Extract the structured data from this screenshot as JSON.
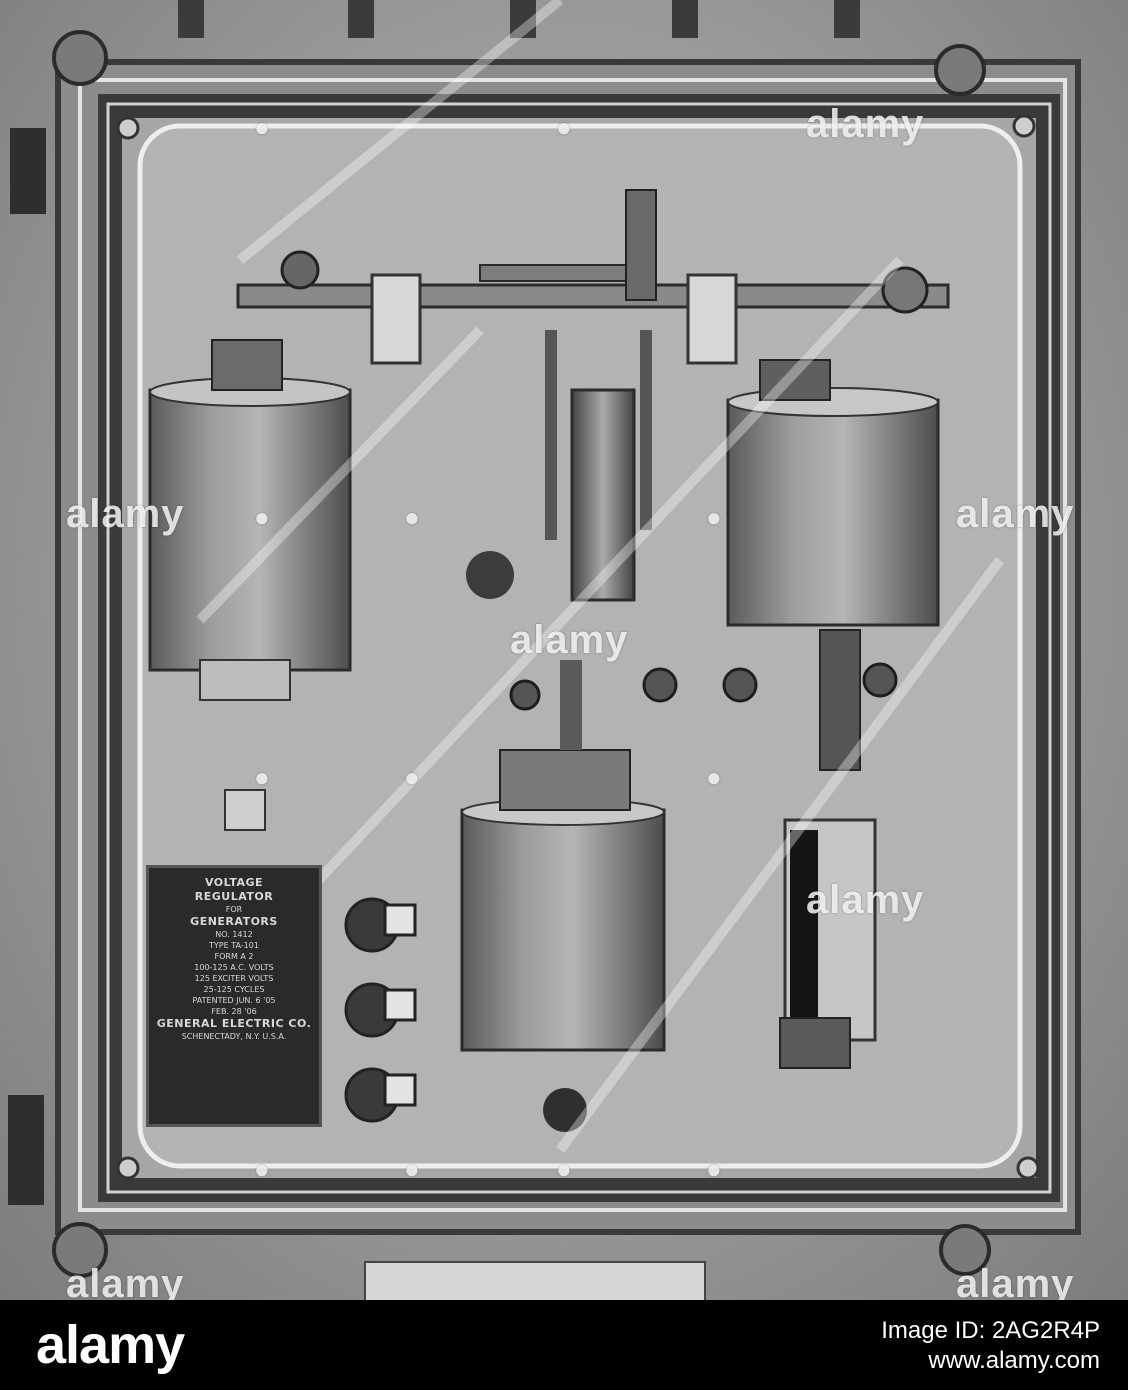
{
  "image": {
    "subject": "Voltage regulator for generators mounted on panel",
    "style": "grayscale photograph"
  },
  "nameplate": {
    "lines": [
      "VOLTAGE",
      "REGULATOR",
      "FOR",
      "GENERATORS",
      "NO. 1412",
      "TYPE TA-101",
      "FORM A 2",
      "100-125 A.C. VOLTS",
      "125 EXCITER VOLTS",
      "25-125 CYCLES",
      "PATENTED JUN. 6 '05",
      "FEB. 28 '06",
      "GENERAL ELECTRIC CO.",
      "SCHENECTADY, N.Y. U.S.A."
    ]
  },
  "watermark": {
    "text": "alamy"
  },
  "footer": {
    "logo": "alamy",
    "image_id": "Image ID: 2AG2R4P",
    "site": "www.alamy.com"
  }
}
